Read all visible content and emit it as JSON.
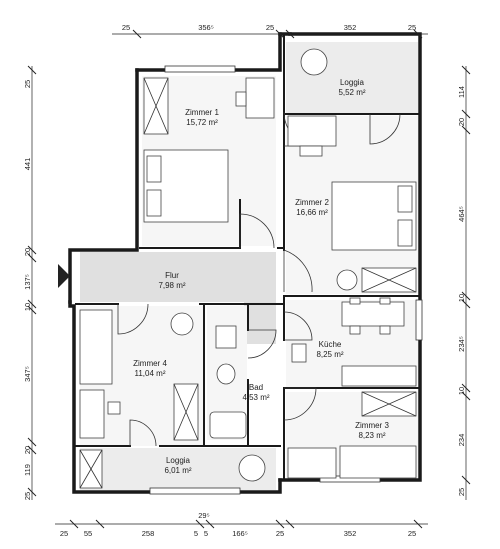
{
  "rooms": [
    {
      "id": "zimmer1",
      "name": "Zimmer 1",
      "area": "15,72 m²"
    },
    {
      "id": "zimmer2",
      "name": "Zimmer 2",
      "area": "16,66 m²"
    },
    {
      "id": "loggia-top",
      "name": "Loggia",
      "area": "5,52 m²"
    },
    {
      "id": "flur",
      "name": "Flur",
      "area": "7,98 m²"
    },
    {
      "id": "zimmer4",
      "name": "Zimmer 4",
      "area": "11,04 m²"
    },
    {
      "id": "bad",
      "name": "Bad",
      "area": "4,53 m²"
    },
    {
      "id": "kueche",
      "name": "Küche",
      "area": "8,25 m²"
    },
    {
      "id": "zimmer3",
      "name": "Zimmer 3",
      "area": "8,23 m²"
    },
    {
      "id": "loggia-bottom",
      "name": "Loggia",
      "area": "6,01 m²"
    }
  ],
  "dimensions": {
    "top": [
      "25",
      "356⁵",
      "25",
      "352",
      "25"
    ],
    "bottom": [
      "25",
      "55",
      "258",
      "5",
      "5",
      "166⁵",
      "25",
      "352",
      "25"
    ],
    "bottom_extra": "29⁵",
    "left": [
      "25",
      "441",
      "20",
      "137⁵",
      "10",
      "347⁵",
      "20",
      "119",
      "25"
    ],
    "right": [
      "114",
      "20",
      "464⁵",
      "10",
      "234⁵",
      "10",
      "234",
      "25"
    ]
  }
}
